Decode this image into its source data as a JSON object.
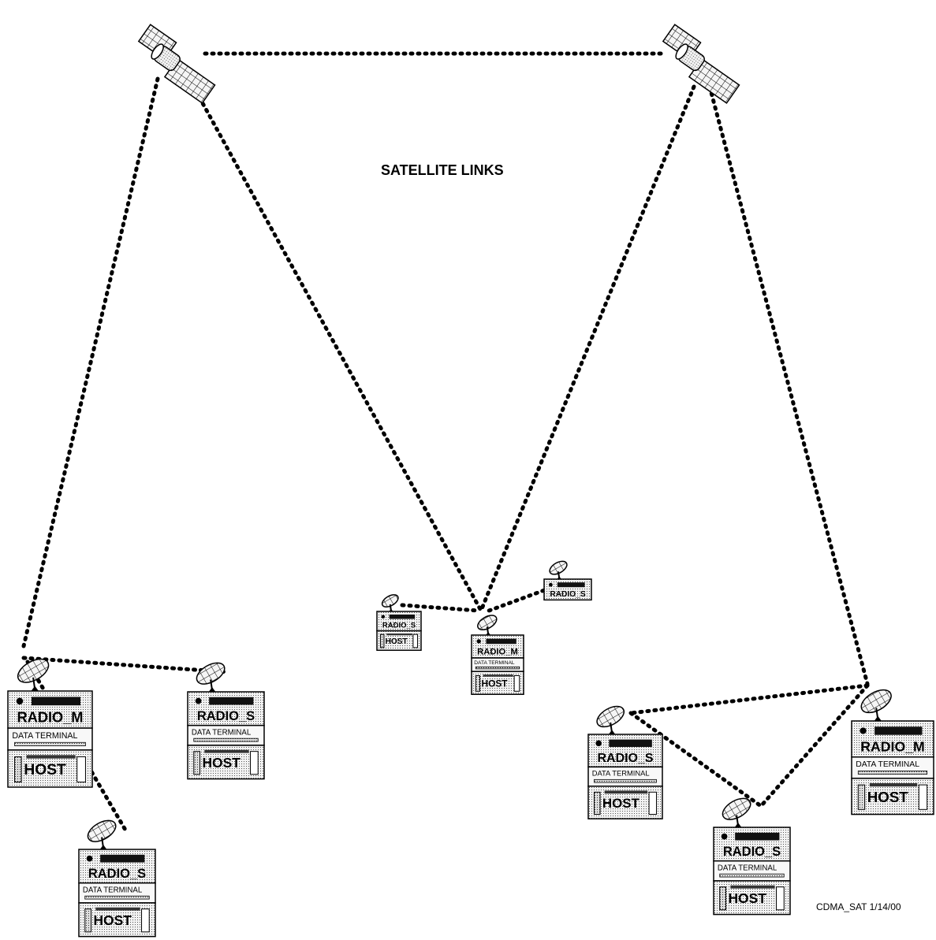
{
  "title": "SATELLITE LINKS",
  "footer_label": "CDMA_SAT 1/14/00",
  "labels": {
    "radio_m": "RADIO_M",
    "radio_s": "RADIO_S",
    "data_terminal": "DATA TERMINAL",
    "host": "HOST"
  },
  "nodes": [
    {
      "id": "g1-master",
      "radio": "RADIO_M",
      "terminal": "DATA TERMINAL",
      "host": "HOST"
    },
    {
      "id": "g1-slave-right",
      "radio": "RADIO_S",
      "terminal": "DATA TERMINAL",
      "host": "HOST"
    },
    {
      "id": "g1-slave-bottom",
      "radio": "RADIO_S",
      "terminal": "DATA TERMINAL",
      "host": "HOST"
    },
    {
      "id": "g2-master",
      "radio": "RADIO_M",
      "terminal": "DATA TERMINAL",
      "host": "HOST"
    },
    {
      "id": "g2-slave-left",
      "radio": "RADIO_S",
      "terminal": "",
      "host": "HOST"
    },
    {
      "id": "g2-slave-right",
      "radio": "RADIO_S",
      "terminal": "",
      "host": ""
    },
    {
      "id": "g3-master",
      "radio": "RADIO_M",
      "terminal": "DATA TERMINAL",
      "host": "HOST"
    },
    {
      "id": "g3-slave-left",
      "radio": "RADIO_S",
      "terminal": "DATA TERMINAL",
      "host": "HOST"
    },
    {
      "id": "g3-slave-bottom",
      "radio": "RADIO_S",
      "terminal": "DATA TERMINAL",
      "host": "HOST"
    }
  ],
  "colors": {
    "line": "#000000",
    "panel_fill": "#e6e6e6",
    "background": "#ffffff"
  }
}
